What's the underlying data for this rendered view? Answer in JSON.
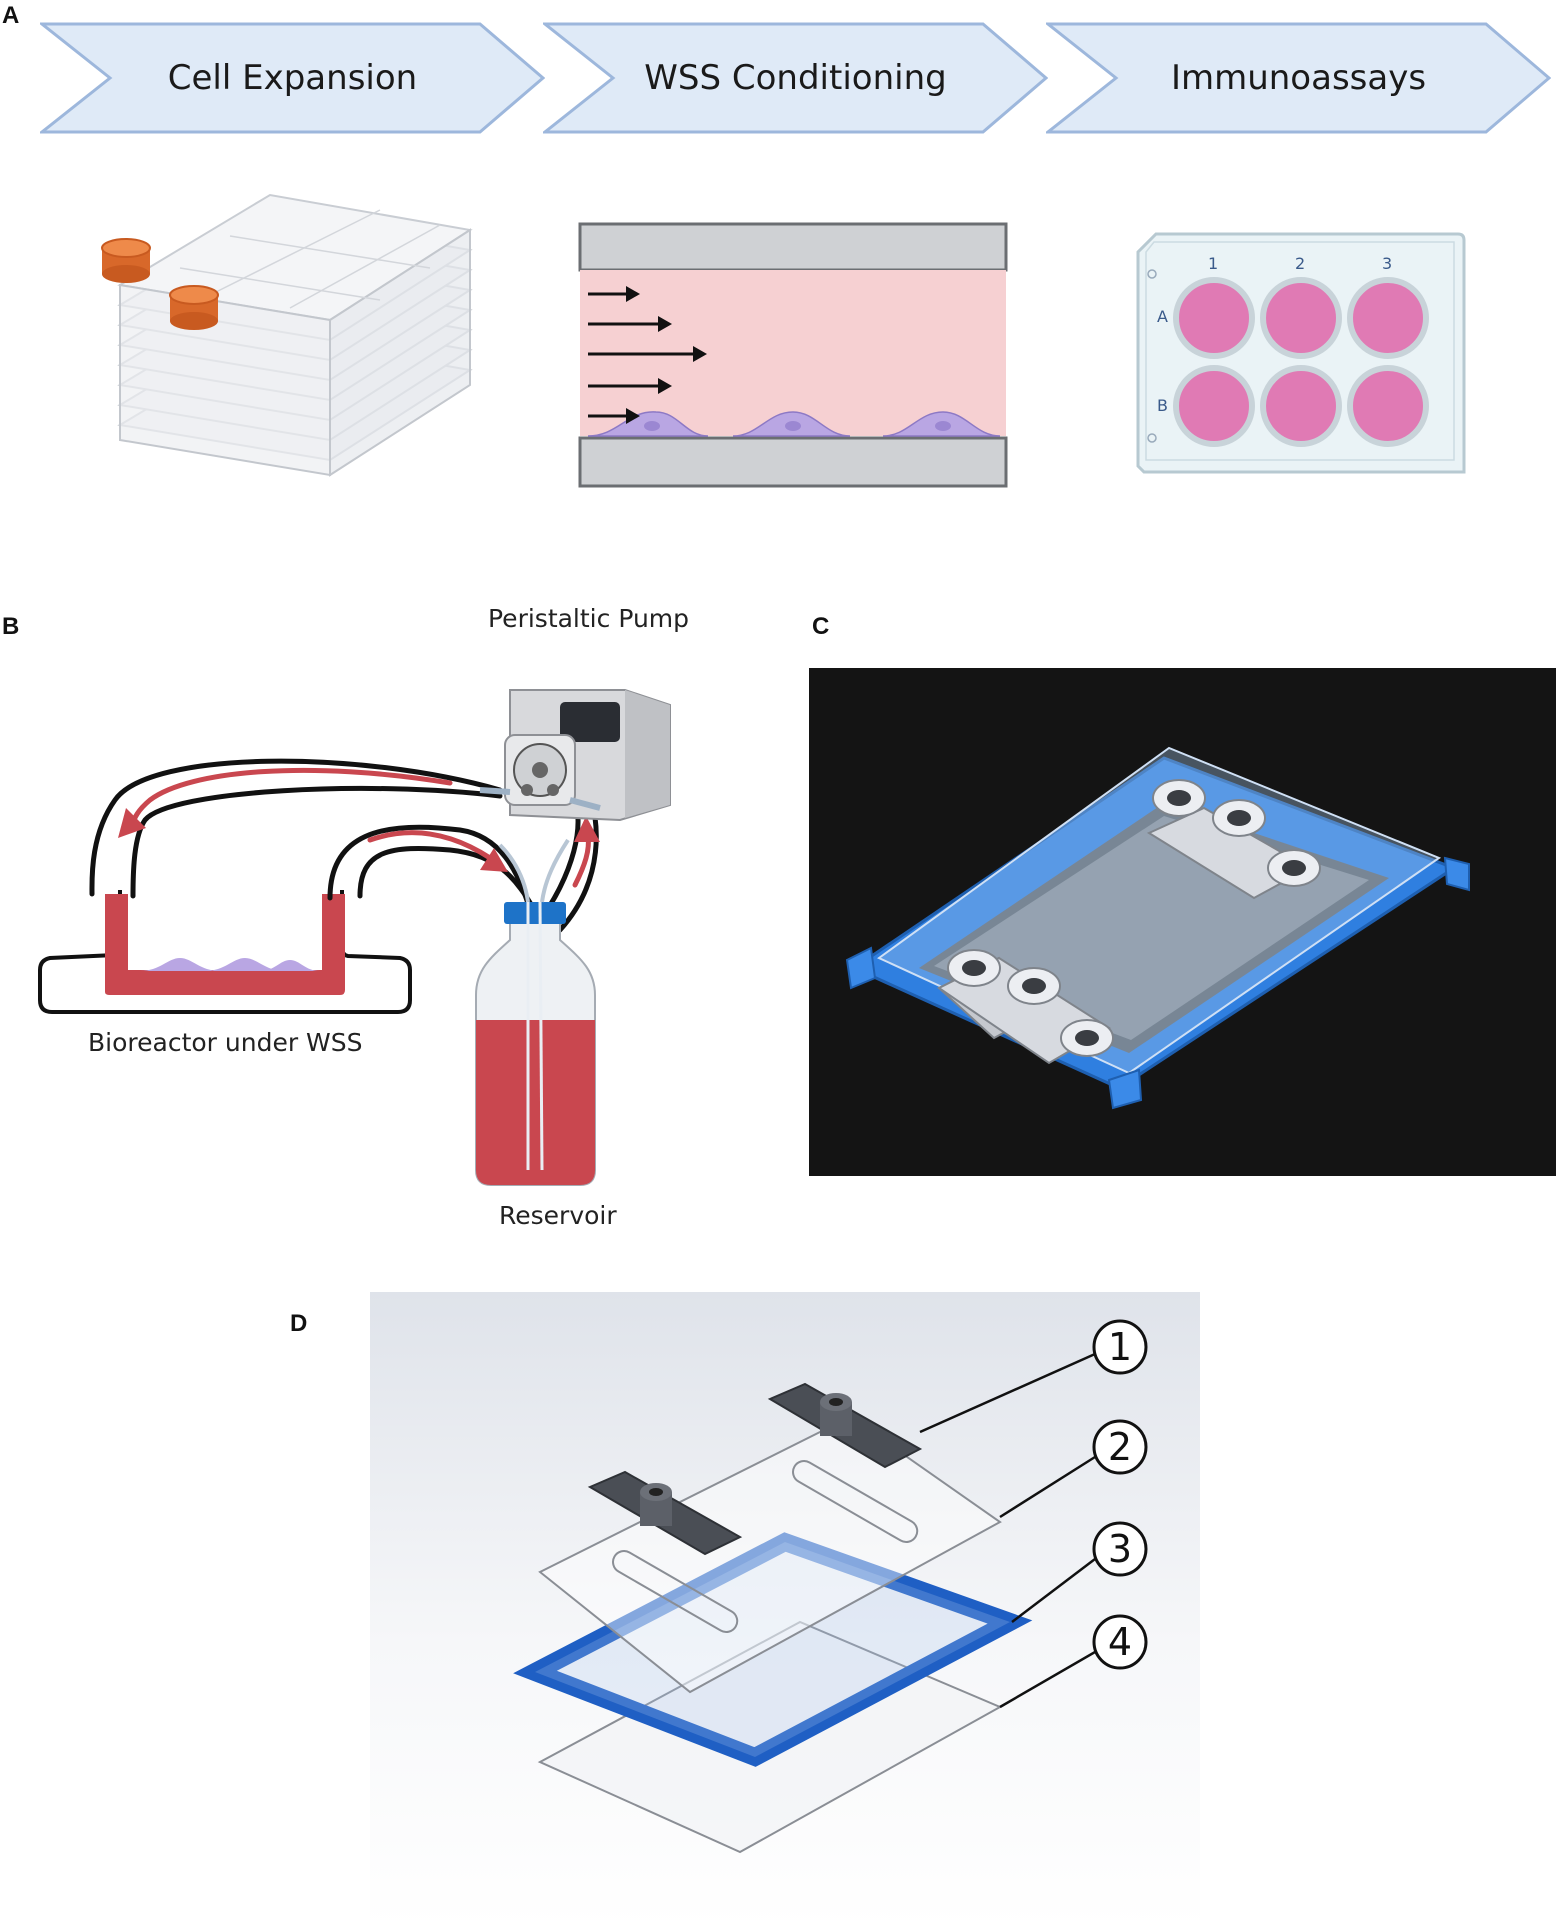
{
  "panels": {
    "a": "A",
    "b": "B",
    "c": "C",
    "d": "D"
  },
  "workflow": {
    "steps": [
      {
        "label": "Cell Expansion"
      },
      {
        "label": "WSS Conditioning"
      },
      {
        "label": "Immunoassays"
      }
    ]
  },
  "plate": {
    "columns": [
      "1",
      "2",
      "3"
    ],
    "rows": [
      "A",
      "B"
    ]
  },
  "circuit": {
    "pump_label": "Peristaltic Pump",
    "bioreactor_label": "Bioreactor under WSS",
    "reservoir_label": "Reservoir"
  },
  "exploded_view": {
    "callouts": [
      "1",
      "2",
      "3",
      "4"
    ]
  },
  "colors": {
    "chevron_fill": "#dfeaf7",
    "chevron_stroke": "#9db7dc",
    "medium_red": "#c9474f",
    "well_pink": "#e07ab4",
    "frame_blue": "#2f6fd0",
    "flow_pink": "#f6d0d2"
  }
}
